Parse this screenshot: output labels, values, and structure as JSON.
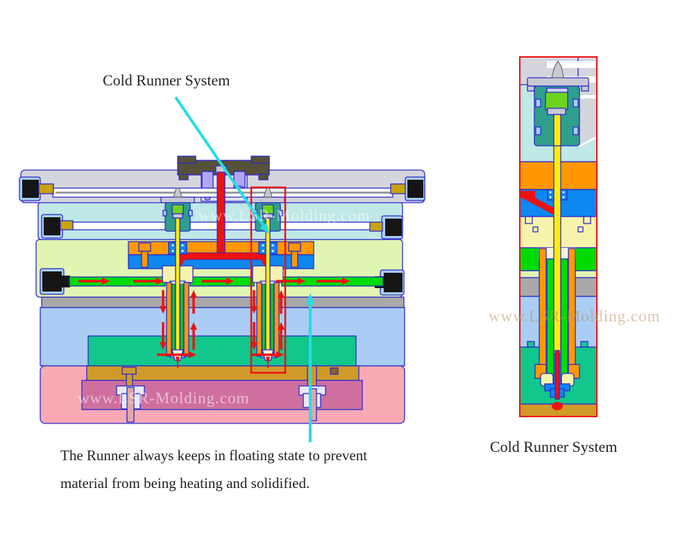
{
  "labels": {
    "cold_runner_top": "Cold Runner System",
    "detail_caption": "Cold Runner System",
    "description_line1": "The Runner always keeps in floating state to prevent",
    "description_line2": "material from being heating and solidified.",
    "watermark": "www.LSR-Molding.com"
  },
  "colors": {
    "background": "#ffffff",
    "text-dark": "#232323",
    "outline-blue": "#2a2acc",
    "plate-gray": "#d5d5de",
    "olive-block": "#575139",
    "purple-pin": "#b2a6f2",
    "channel-red": "#ee1111",
    "cyan-plate": "#bfe8e6",
    "nozzle-teal": "#2f9e8c",
    "insert-green": "#6ed31c",
    "channel-yellow": "#ffee00",
    "orange-plate": "#ff9800",
    "blue-plate": "#0e87f0",
    "pale-yellow": "#f8f3ac",
    "pale-green-plate": "#e0f5b2",
    "runner-green": "#00dc00",
    "gray-strip": "#a9a9a9",
    "light-blue-plate": "#a9cdf4",
    "teal-block": "#12c78b",
    "pink-plate": "#f8a9b4",
    "goldenrod-band": "#cf9a28",
    "magenta-band": "#cf6f9f",
    "fitting-black": "#151515",
    "fitting-gold": "#c8a30b",
    "arrow-cyan": "#25dce8",
    "highlight-red": "#ee1111",
    "watermark-white": "rgba(255,255,255,0.55)",
    "watermark-tan": "rgba(186,148,100,0.55)"
  }
}
